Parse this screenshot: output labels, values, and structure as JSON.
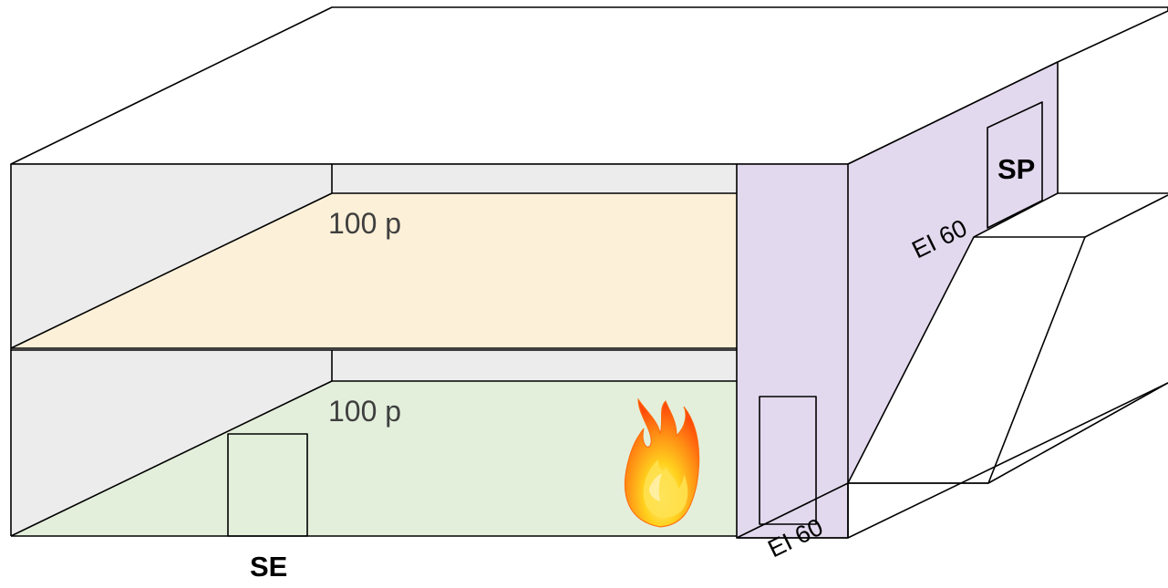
{
  "labels": {
    "upper_floor_occupancy": "100 p",
    "lower_floor_occupancy": "100 p",
    "exit_code_left": "SE",
    "exit_code_right": "SP",
    "fire_rating_upper": "EI 60",
    "fire_rating_lower": "EI 60"
  },
  "colors": {
    "upper_floor": "#fdf0d8",
    "lower_floor": "#e3efdb",
    "protected_shaft": "#e3d9ee",
    "side_walls": "#ececec",
    "outline": "#000000",
    "flame_outer": "#ff5a0a",
    "flame_inner": "#ffd21e"
  },
  "icons": {
    "fire": "fire-icon"
  }
}
